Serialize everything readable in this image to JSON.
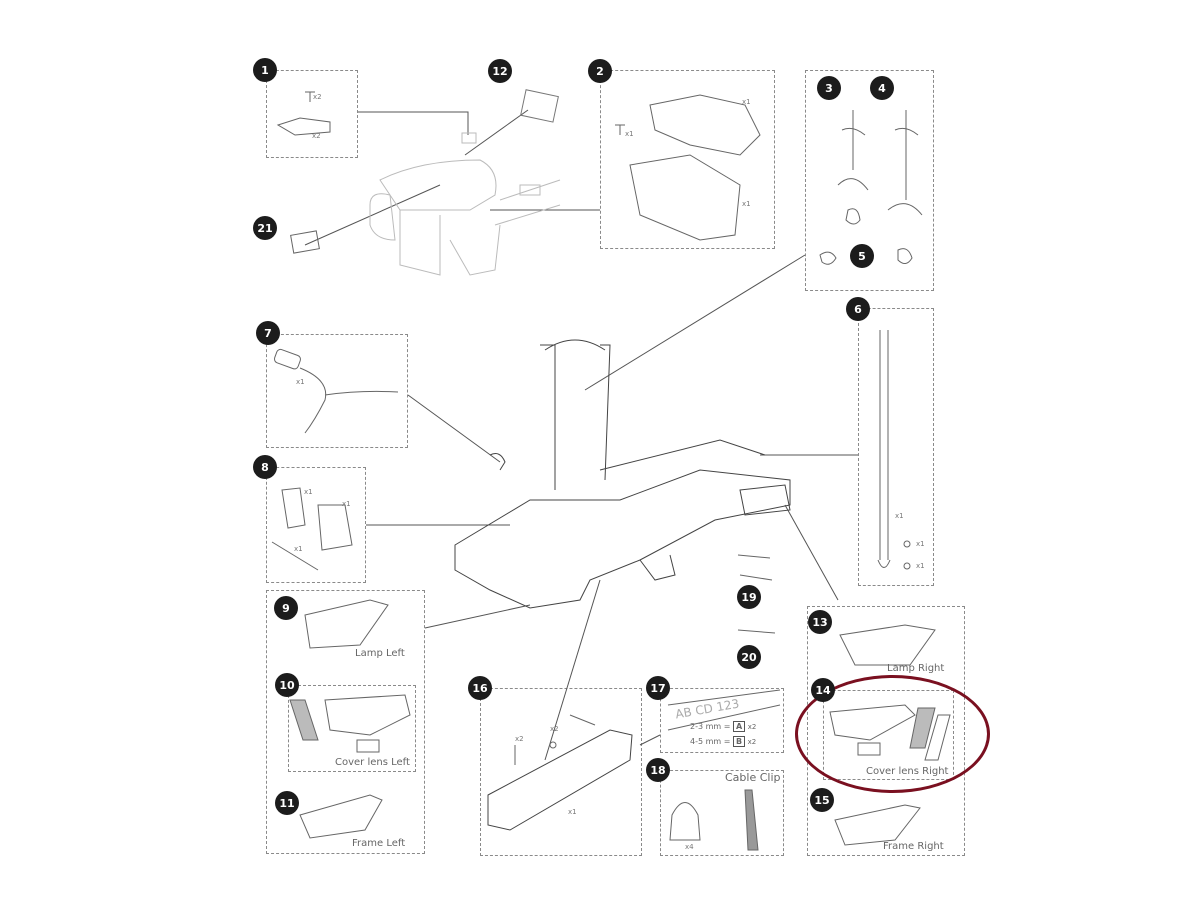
{
  "parts": [
    {
      "num": "1",
      "qty": [
        "x2",
        "x2"
      ]
    },
    {
      "num": "2",
      "qty": [
        "x1",
        "x1",
        "x1"
      ]
    },
    {
      "num": "3"
    },
    {
      "num": "4"
    },
    {
      "num": "5"
    },
    {
      "num": "6",
      "qty": [
        "x1",
        "x1",
        "x1"
      ]
    },
    {
      "num": "7",
      "qty": [
        "x1"
      ]
    },
    {
      "num": "8",
      "qty": [
        "x1",
        "x1",
        "x1"
      ]
    },
    {
      "num": "9",
      "label": "Lamp Left"
    },
    {
      "num": "10",
      "label": "Cover lens Left"
    },
    {
      "num": "11",
      "label": "Frame Left"
    },
    {
      "num": "12"
    },
    {
      "num": "13",
      "label": "Lamp Right"
    },
    {
      "num": "14",
      "label": "Cover lens Right"
    },
    {
      "num": "15",
      "label": "Frame Right"
    },
    {
      "num": "16",
      "qty": [
        "x2",
        "x2",
        "x1"
      ]
    },
    {
      "num": "17",
      "plate": "AB CD 123",
      "line_a": "2-3 mm =",
      "code_a": "A",
      "qty_a": "x2",
      "line_b": "4-5 mm =",
      "code_b": "B",
      "qty_b": "x2"
    },
    {
      "num": "18",
      "label": "Cable Clip",
      "qty": [
        "x4"
      ]
    },
    {
      "num": "19"
    },
    {
      "num": "20"
    },
    {
      "num": "21"
    }
  ],
  "highlight_color": "#7a1020"
}
